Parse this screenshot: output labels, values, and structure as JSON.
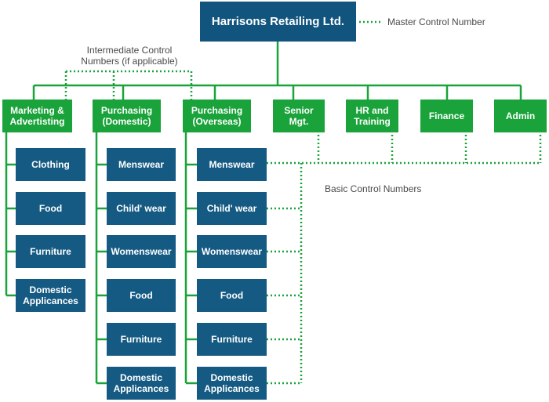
{
  "company": "Harrisons Retailing Ltd.",
  "labels": {
    "master": "Master Control Number",
    "intermediate": "Intermediate Control\nNumbers (if applicable)",
    "basic": "Basic Control Numbers"
  },
  "departments": [
    {
      "label": "Marketing &\nAdvertisting",
      "units": [
        "Clothing",
        "Food",
        "Furniture",
        "Domestic\nApplicances"
      ]
    },
    {
      "label": "Purchasing\n(Domestic)",
      "units": [
        "Menswear",
        "Child' wear",
        "Womenswear",
        "Food",
        "Furniture",
        "Domestic\nApplicances"
      ]
    },
    {
      "label": "Purchasing\n(Overseas)",
      "units": [
        "Menswear",
        "Child' wear",
        "Womenswear",
        "Food",
        "Furniture",
        "Domestic\nApplicances"
      ]
    },
    {
      "label": "Senior\nMgt.",
      "units": []
    },
    {
      "label": "HR and\nTraining",
      "units": []
    },
    {
      "label": "Finance",
      "units": []
    },
    {
      "label": "Admin",
      "units": []
    }
  ],
  "colors": {
    "company": "#11547d",
    "department": "#1aa33a",
    "unit": "#155a83",
    "solid_line": "#1aa33a",
    "dotted_line": "#1aa33a"
  }
}
